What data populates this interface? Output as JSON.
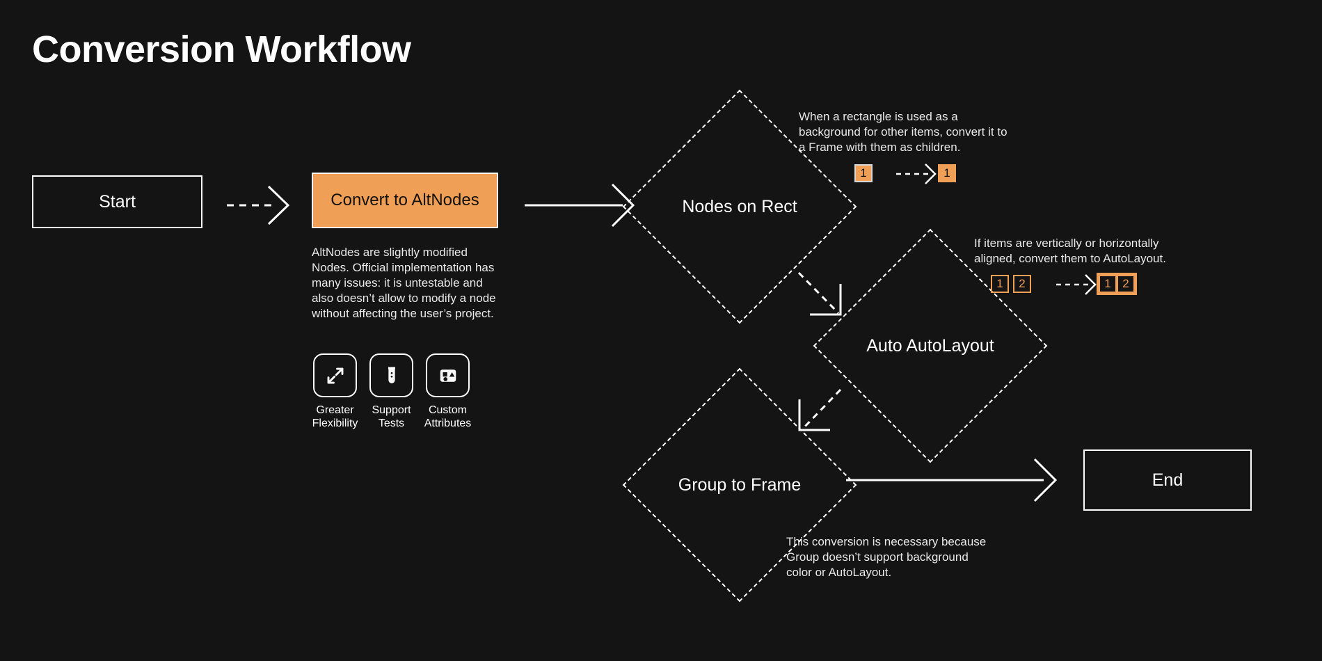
{
  "page": {
    "title": "Conversion Workflow",
    "background_color": "#141414",
    "accent_color": "#f0a056",
    "text_color": "#ffffff"
  },
  "nodes": {
    "start": {
      "label": "Start",
      "shape": "rectangle"
    },
    "convert": {
      "label": "Convert to AltNodes",
      "shape": "rectangle-filled",
      "fill": "#f0a056",
      "description": "AltNodes are slightly modified Nodes. Official implementation has many issues: it is untestable and also doesn’t allow to modify a node without affecting the user’s project."
    },
    "nodes_on_rect": {
      "label": "Nodes on Rect",
      "shape": "diamond"
    },
    "auto_autolayout": {
      "label": "Auto AutoLayout",
      "shape": "diamond"
    },
    "group_to_frame": {
      "label": "Group to Frame",
      "shape": "diamond"
    },
    "end": {
      "label": "End",
      "shape": "rectangle"
    }
  },
  "features": [
    {
      "icon": "expand-arrows-icon",
      "label_line1": "Greater",
      "label_line2": "Flexibility"
    },
    {
      "icon": "test-tube-icon",
      "label_line1": "Support",
      "label_line2": "Tests"
    },
    {
      "icon": "shapes-panel-icon",
      "label_line1": "Custom",
      "label_line2": "Attributes"
    }
  ],
  "annotations": {
    "nodes_on_rect_note": "When a rectangle is used as a background for other items, convert it to a Frame with them as children.",
    "auto_autolayout_note": "If items are vertically or horizontally aligned, convert them to AutoLayout.",
    "group_to_frame_note": "This conversion is necessary because Group doesn’t support background color or AutoLayout."
  },
  "badges": {
    "rect_before": [
      "1"
    ],
    "rect_after": [
      "1"
    ],
    "auto_before": [
      "1",
      "2"
    ],
    "auto_after": [
      "1",
      "2"
    ]
  },
  "connectors": [
    {
      "from": "start",
      "to": "convert",
      "style": "dashed"
    },
    {
      "from": "convert",
      "to": "nodes_on_rect",
      "style": "solid"
    },
    {
      "from": "nodes_on_rect",
      "to": "auto_autolayout",
      "style": "dashed"
    },
    {
      "from": "auto_autolayout",
      "to": "group_to_frame",
      "style": "dashed"
    },
    {
      "from": "group_to_frame",
      "to": "end",
      "style": "solid"
    }
  ]
}
